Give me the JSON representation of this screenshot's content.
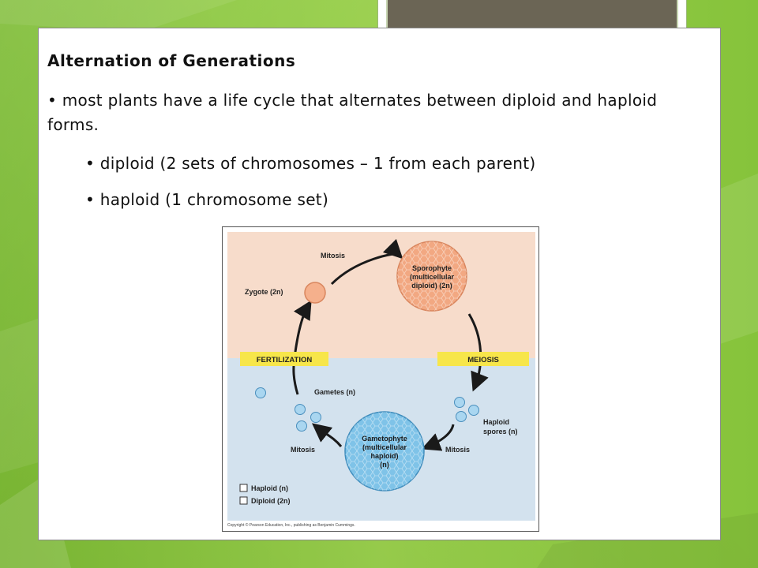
{
  "slide": {
    "title": "Alternation of Generations",
    "bullets": [
      "• most plants have a life cycle that alternates between diploid and haploid forms.",
      "• diploid (2 sets of chromosomes – 1 from each parent)",
      "• haploid (1 chromosome set)"
    ]
  },
  "diagram": {
    "labels": {
      "mitosis_top": "Mitosis",
      "zygote": "Zygote (2n)",
      "sporophyte_1": "Sporophyte",
      "sporophyte_2": "(multicellular",
      "sporophyte_3": "diploid) (2n)",
      "fertilization": "FERTILIZATION",
      "meiosis": "MEIOSIS",
      "gametes": "Gametes (n)",
      "haploid_spores_1": "Haploid",
      "haploid_spores_2": "spores (n)",
      "gametophyte_1": "Gametophyte",
      "gametophyte_2": "(multicellular",
      "gametophyte_3": "haploid)",
      "gametophyte_4": "(n)",
      "mitosis_left": "Mitosis",
      "mitosis_right": "Mitosis",
      "legend_haploid": "Haploid (n)",
      "legend_diploid": "Diploid (2n)",
      "copyright": "Copyright © Pearson Education, Inc., publishing as Benjamin Cummings."
    },
    "colors": {
      "diploid_bg": "#f7dccb",
      "haploid_bg": "#d3e2ee",
      "sporophyte_fill": "#f2a882",
      "gametophyte_fill": "#7fc3e8",
      "label_bar": "#f7e64a",
      "background_green": "#8cc63f",
      "tab_fill": "#6b6555"
    }
  }
}
